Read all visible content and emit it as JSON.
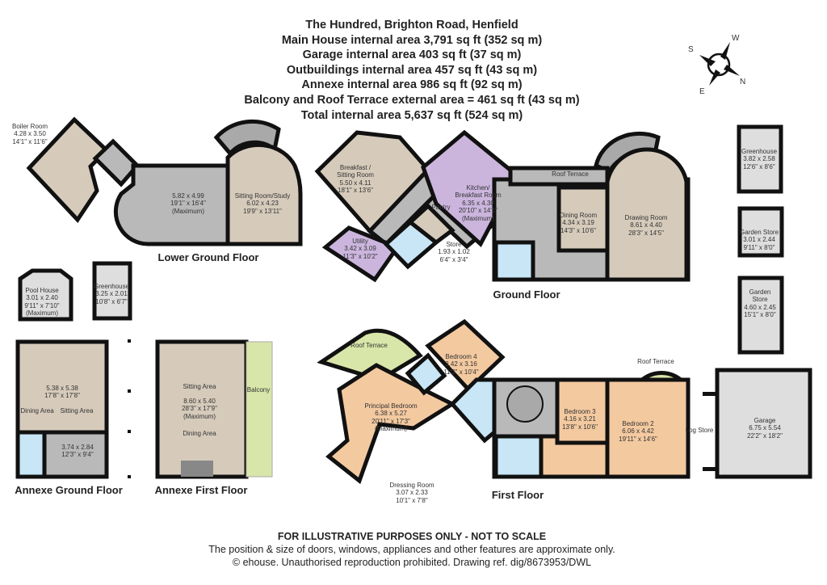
{
  "header": {
    "address": "The Hundred, Brighton Road, Henfield",
    "areas": [
      "Main House internal area 3,791 sq ft (352 sq m)",
      "Garage internal area 403 sq ft (37 sq m)",
      "Outbuildings internal area 457 sq ft (43 sq m)",
      "Annexe internal area 986 sq ft (92 sq m)",
      "Balcony and Roof Terrace external area = 461 sq ft (43 sq m)",
      "Total internal area 5,637 sq ft (524 sq m)"
    ]
  },
  "compass": {
    "labels": [
      "S",
      "W",
      "E",
      "N"
    ]
  },
  "floors": {
    "lower_ground": "Lower Ground Floor",
    "ground": "Ground Floor",
    "first": "First Floor",
    "annexe_ground": "Annexe Ground Floor",
    "annexe_first": "Annexe First Floor"
  },
  "rooms": [
    {
      "id": "boiler",
      "lines": [
        "Boiler Room",
        "4.28 x 3.50",
        "14'1\" x 11'6\""
      ]
    },
    {
      "id": "lg_main",
      "lines": [
        "5.82 x 4.99",
        "19'1\" x 16'4\"",
        "(Maximum)"
      ]
    },
    {
      "id": "lg_study",
      "lines": [
        "Sitting Room/Study",
        "6.02 x 4.23",
        "19'9\" x 13'11\""
      ]
    },
    {
      "id": "pool",
      "lines": [
        "Pool House",
        "3.01 x 2.40",
        "9'11\" x 7'10\"",
        "(Maximum)"
      ]
    },
    {
      "id": "greenhouse1",
      "lines": [
        "Greenhouse",
        "3.25 x 2.01",
        "10'8\" x 6'7\""
      ]
    },
    {
      "id": "breakfast",
      "lines": [
        "Breakfast /",
        "Sitting Room",
        "5.50 x 4.11",
        "18'1\" x 13'6\""
      ]
    },
    {
      "id": "kitchen",
      "lines": [
        "Kitchen/",
        "Breakfast Room",
        "6.35 x 4.30",
        "20'10\" x 14'1\"",
        "(Maximum)"
      ]
    },
    {
      "id": "pantry",
      "lines": [
        "Pantry"
      ]
    },
    {
      "id": "utility",
      "lines": [
        "Utility",
        "3.42 x 3.09",
        "11'3\" x 10'2\""
      ]
    },
    {
      "id": "store",
      "lines": [
        "Store",
        "1.93 x 1.02",
        "6'4\" x 3'4\""
      ]
    },
    {
      "id": "roof_terrace_g",
      "lines": [
        "Roof Terrace"
      ]
    },
    {
      "id": "dining",
      "lines": [
        "Dining Room",
        "4.34 x 3.19",
        "14'3\" x 10'6\""
      ]
    },
    {
      "id": "drawing",
      "lines": [
        "Drawing Room",
        "8.61 x 4.40",
        "28'3\" x 14'5\""
      ]
    },
    {
      "id": "roof_terrace_f1",
      "lines": [
        "Roof Terrace"
      ]
    },
    {
      "id": "bed4",
      "lines": [
        "Bedroom 4",
        "3.42 x 3.16",
        "11'3\" x 10'4\""
      ]
    },
    {
      "id": "principal",
      "lines": [
        "Principal Bedroom",
        "6.38 x 5.27",
        "20'11\" x 17'3\"",
        "(Maximum)"
      ]
    },
    {
      "id": "dressing",
      "lines": [
        "Dressing Room",
        "3.07 x 2.33",
        "10'1\" x 7'8\""
      ]
    },
    {
      "id": "roof_terrace_f2",
      "lines": [
        "Roof Terrace"
      ]
    },
    {
      "id": "bed3",
      "lines": [
        "Bedroom 3",
        "4.16 x 3.21",
        "13'8\" x 10'6\""
      ]
    },
    {
      "id": "bed2",
      "lines": [
        "Bedroom 2",
        "6.06 x 4.42",
        "19'11\" x 14'6\""
      ]
    },
    {
      "id": "log_store",
      "lines": [
        "Log Store"
      ]
    },
    {
      "id": "garage",
      "lines": [
        "Garage",
        "6.75 x 5.54",
        "22'2\" x 18'2\""
      ]
    },
    {
      "id": "greenhouse2",
      "lines": [
        "Greenhouse",
        "3.82 x 2.58",
        "12'6\" x 8'6\""
      ]
    },
    {
      "id": "gstore1",
      "lines": [
        "Garden Store",
        "3.01 x 2.44",
        "9'11\" x 8'0\""
      ]
    },
    {
      "id": "gstore2",
      "lines": [
        "Garden",
        "Store",
        "4.60 x 2.45",
        "15'1\" x 8'0\""
      ]
    },
    {
      "id": "ax_g_main",
      "lines": [
        "5.38 x 5.38",
        "17'8\" x 17'8\""
      ]
    },
    {
      "id": "ax_g_dining",
      "lines": [
        "Dining Area"
      ]
    },
    {
      "id": "ax_g_sitting",
      "lines": [
        "Sitting Area"
      ]
    },
    {
      "id": "ax_g_hall",
      "lines": [
        "3.74 x 2.84",
        "12'3\" x 9'4\""
      ]
    },
    {
      "id": "ax_f_sitting",
      "lines": [
        "Sitting Area"
      ]
    },
    {
      "id": "ax_f_main",
      "lines": [
        "8.60 x 5.40",
        "28'3\" x 17'9\"",
        "(Maximum)"
      ]
    },
    {
      "id": "ax_f_dining",
      "lines": [
        "Dining Area"
      ]
    },
    {
      "id": "balcony",
      "lines": [
        "Balcony"
      ]
    }
  ],
  "footer": {
    "disclaimer": "FOR ILLUSTRATIVE PURPOSES ONLY - NOT TO SCALE",
    "note": "The position & size of doors, windows, appliances and other features are approximate only.",
    "copyright": "© ehouse. Unauthorised reproduction prohibited. Drawing ref. dig/8673953/DWL"
  },
  "colors": {
    "beige": "#d6cbbb",
    "grey": "#b9b9b9",
    "light_grey": "#dedede",
    "purple": "#cbb5dd",
    "blue": "#c8e6f5",
    "orange": "#f3c9a0",
    "green": "#d9e6a9",
    "wall": "#111111"
  }
}
